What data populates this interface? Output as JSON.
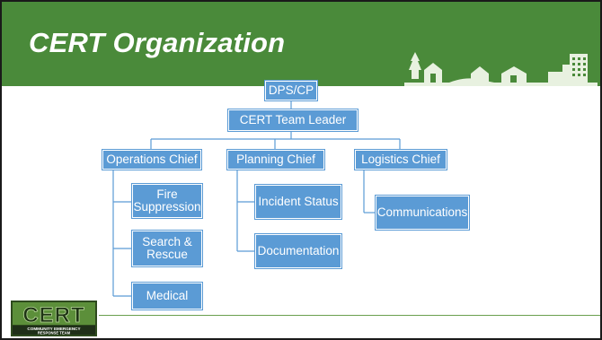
{
  "slide": {
    "title": "CERT Organization",
    "logo": {
      "letters": "CERT",
      "tagline_1": "COMMUNITY EMERGENCY",
      "tagline_2": "RESPONSE TEAM"
    }
  },
  "org_chart": {
    "root": "DPS/CP",
    "leader": "CERT Team Leader",
    "chiefs": {
      "operations": {
        "label": "Operations Chief",
        "units": [
          "Fire Suppression",
          "Search & Rescue",
          "Medical"
        ]
      },
      "planning": {
        "label": "Planning Chief",
        "units": [
          "Incident Status",
          "Documentation"
        ]
      },
      "logistics": {
        "label": "Logistics Chief",
        "units": [
          "Communications"
        ]
      }
    }
  },
  "colors": {
    "header_green": "#4a8a3a",
    "box_blue": "#5b9bd5",
    "connector": "#5b9bd5",
    "footer_line": "#6aa04e"
  }
}
